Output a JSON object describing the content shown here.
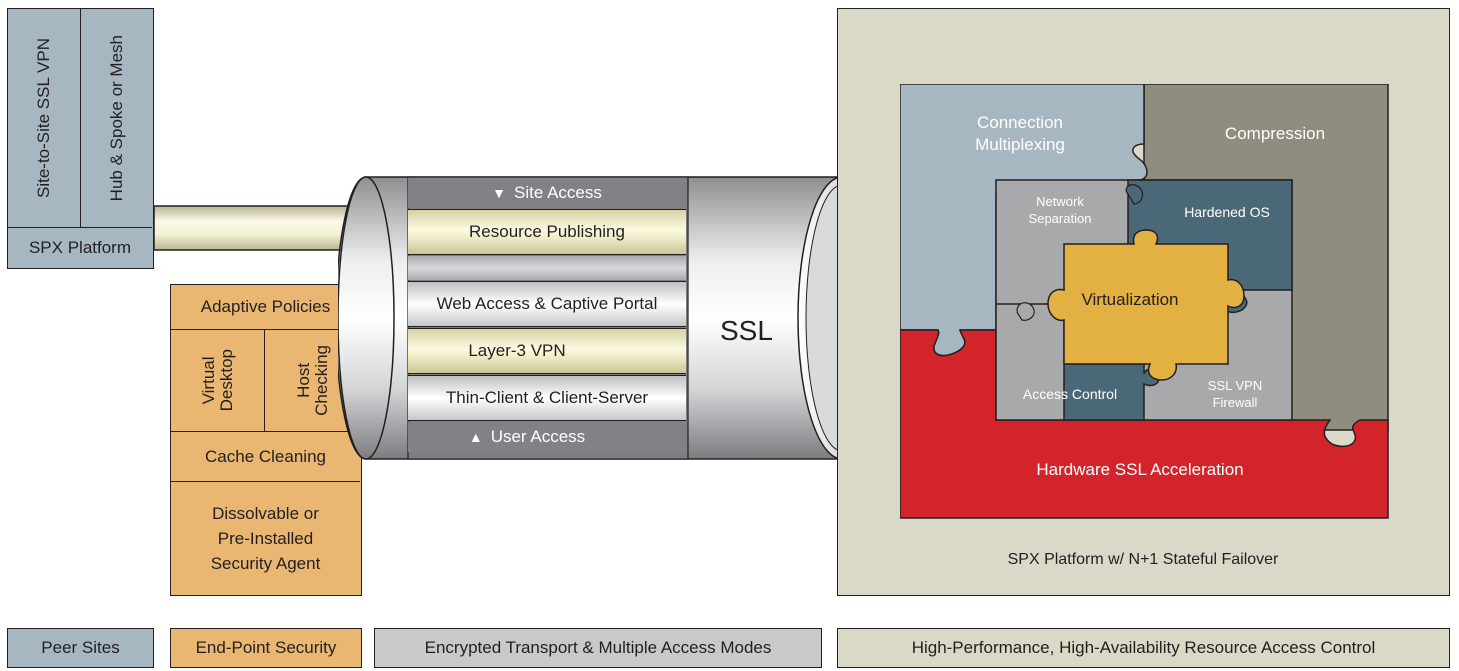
{
  "peer": {
    "site_to_site": "Site-to-Site SSL VPN",
    "hub_spoke": "Hub & Spoke or Mesh",
    "platform": "SPX Platform"
  },
  "endpoint": {
    "adaptive_policies": "Adaptive Policies",
    "virtual_desktop": "Virtual\nDesktop",
    "host_checking": "Host\nChecking",
    "cache_cleaning": "Cache Cleaning",
    "security_agent": "Dissolvable or\nPre-Installed\nSecurity Agent"
  },
  "tunnel": {
    "site_access": "Site Access",
    "resource_publishing": "Resource Publishing",
    "web_access": "Web Access & Captive Portal",
    "layer3": "Layer-3 VPN",
    "thin_client": "Thin-Client & Client-Server",
    "user_access": "User Access",
    "ssl": "SSL"
  },
  "puzzle": {
    "connection_multiplexing": "Connection\nMultiplexing",
    "compression": "Compression",
    "network_separation": "Network\nSeparation",
    "hardened_os": "Hardened OS",
    "virtualization": "Virtualization",
    "access_control": "Access Control",
    "ssl_vpn_firewall": "SSL VPN\nFirewall",
    "hardware_ssl": "Hardware SSL Acceleration",
    "platform_failover": "SPX Platform w/ N+1 Stateful Failover"
  },
  "legend": {
    "peer_sites": "Peer Sites",
    "endpoint_security": "End-Point Security",
    "encrypted_transport": "Encrypted Transport & Multiple Access Modes",
    "high_performance": "High-Performance, High-Availability Resource Access Control"
  },
  "colors": {
    "peer_gray": "#a7b7c1",
    "endpoint_orange": "#e9b771",
    "platform_beige": "#dad8c6",
    "slate_blue": "#4b6879",
    "olive_gray": "#8f8d7d",
    "red": "#d3242b",
    "gold": "#e3b042"
  }
}
